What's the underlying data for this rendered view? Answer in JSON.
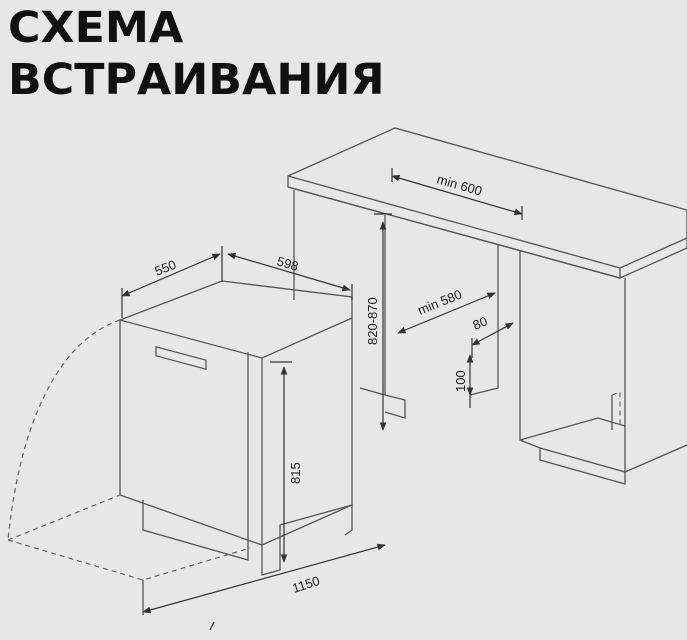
{
  "title": {
    "line1": "СХЕМА",
    "line2": "ВСТРАИВАНИЯ"
  },
  "dimensions": {
    "min_width_top": "min 600",
    "niche_height": "820-870",
    "min_width_niche": "min 580",
    "plinth_depth": "80",
    "plinth_height": "100",
    "unit_depth": "550",
    "unit_width": "598",
    "unit_height": "815",
    "door_swing": "1150"
  }
}
